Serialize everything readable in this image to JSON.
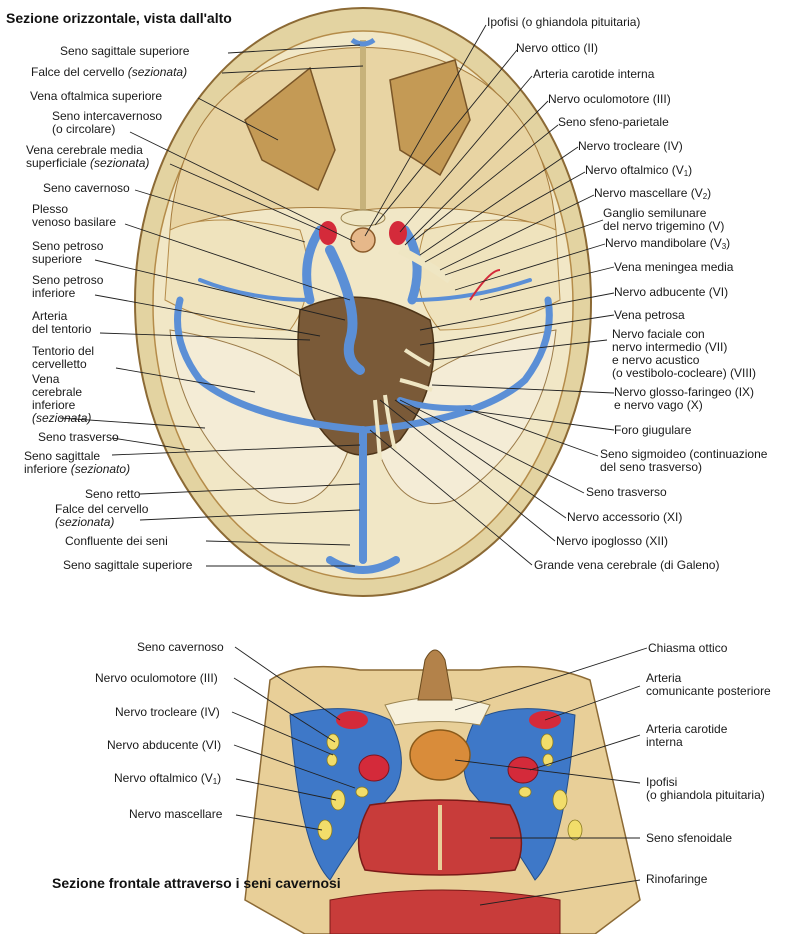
{
  "top": {
    "title": "Sezione orizzontale, vista dall'alto",
    "labels_left": [
      {
        "key": "seno_sagittale_sup_1",
        "text": "Seno sagittale superiore"
      },
      {
        "key": "falce_cervello_1",
        "text": "Falce del cervello",
        "italic": "(sezionata)"
      },
      {
        "key": "vena_oftalmica_sup",
        "text": "Vena oftalmica superiore"
      },
      {
        "key": "seno_intercavernoso",
        "line1": "Seno intercavernoso",
        "line2": "(o circolare)"
      },
      {
        "key": "vena_cerebrale_media",
        "line1": "Vena cerebrale media",
        "line2": "superficiale",
        "italic": "(sezionata)"
      },
      {
        "key": "seno_cavernoso",
        "text": "Seno cavernoso"
      },
      {
        "key": "plesso_venoso",
        "line1": "Plesso",
        "line2": "venoso basilare"
      },
      {
        "key": "seno_petroso_sup",
        "line1": "Seno petroso",
        "line2": "superiore"
      },
      {
        "key": "seno_petroso_inf",
        "line1": "Seno petroso",
        "line2": "inferiore"
      },
      {
        "key": "arteria_tentorio",
        "line1": "Arteria",
        "line2": "del tentorio"
      },
      {
        "key": "tentorio",
        "line1": "Tentorio del",
        "line2": "cervelletto"
      },
      {
        "key": "vena_cerebrale_inf",
        "line1": "Vena",
        "line2": "cerebrale",
        "line3": "inferiore",
        "italic": "(sezionata)"
      },
      {
        "key": "seno_trasverso_l",
        "text": "Seno trasverso"
      },
      {
        "key": "seno_sagittale_inf",
        "line1": "Seno sagittale",
        "line2": "inferiore",
        "italic": "(sezionato)"
      },
      {
        "key": "seno_retto",
        "text": "Seno retto"
      },
      {
        "key": "falce_cervello_2",
        "line1": "Falce del cervello",
        "italic": "(sezionata)"
      },
      {
        "key": "confluente",
        "text": "Confluente dei seni"
      },
      {
        "key": "seno_sagittale_sup_2",
        "text": "Seno sagittale superiore"
      }
    ],
    "labels_right": [
      {
        "key": "ipofisi",
        "text": "Ipofisi (o ghiandola pituitaria)"
      },
      {
        "key": "nervo_ottico",
        "text": "Nervo ottico (II)"
      },
      {
        "key": "arteria_carotide",
        "text": "Arteria carotide interna"
      },
      {
        "key": "nervo_oculomotore",
        "text": "Nervo oculomotore (III)"
      },
      {
        "key": "seno_sfeno",
        "text": "Seno sfeno-parietale"
      },
      {
        "key": "nervo_trocleare",
        "text": "Nervo trocleare (IV)"
      },
      {
        "key": "nervo_oftalmico",
        "text": "Nervo oftalmico (V",
        "sub": "1",
        "tail": ")"
      },
      {
        "key": "nervo_mascellare",
        "text": "Nervo mascellare (V",
        "sub": "2",
        "tail": ")"
      },
      {
        "key": "ganglio",
        "line1": "Ganglio semilunare",
        "line2": "del nervo trigemino (V)"
      },
      {
        "key": "nervo_mandibolare",
        "text": "Nervo mandibolare (V",
        "sub": "3",
        "tail": ")"
      },
      {
        "key": "vena_meningea",
        "text": "Vena meningea media"
      },
      {
        "key": "nervo_adbucente",
        "text": "Nervo adbucente (VI)"
      },
      {
        "key": "vena_petrosa",
        "text": "Vena petrosa"
      },
      {
        "key": "nervo_faciale",
        "line1": "Nervo faciale con",
        "line2": "nervo intermedio (VII)",
        "line3": "e nervo acustico",
        "line4": "(o vestibolo-cocleare) (VIII)"
      },
      {
        "key": "nervo_glosso",
        "line1": "Nervo glosso-faringeo (IX)",
        "line2": "e nervo vago (X)"
      },
      {
        "key": "foro_giugulare",
        "text": "Foro giugulare"
      },
      {
        "key": "seno_sigmoideo",
        "line1": "Seno sigmoideo (continuazione",
        "line2": "del seno trasverso)"
      },
      {
        "key": "seno_trasverso_r",
        "text": "Seno trasverso"
      },
      {
        "key": "nervo_accessorio",
        "text": "Nervo accessorio (XI)"
      },
      {
        "key": "nervo_ipoglosso",
        "text": "Nervo ipoglosso (XII)"
      },
      {
        "key": "grande_vena",
        "text": "Grande vena cerebrale (di Galeno)"
      }
    ]
  },
  "bottom": {
    "title_line1": "Sezione frontale attraverso",
    "title_line2": "i seni cavernosi",
    "labels_left": [
      {
        "key": "b_seno_cavernoso",
        "text": "Seno cavernoso"
      },
      {
        "key": "b_oculomotore",
        "text": "Nervo oculomotore (III)"
      },
      {
        "key": "b_trocleare",
        "text": "Nervo trocleare (IV)"
      },
      {
        "key": "b_abducente",
        "text": "Nervo abducente (VI)"
      },
      {
        "key": "b_oftalmico",
        "text": "Nervo oftalmico (V",
        "sub": "1",
        "tail": ")"
      },
      {
        "key": "b_mascellare",
        "text": "Nervo mascellare"
      }
    ],
    "labels_right": [
      {
        "key": "b_chiasma",
        "text": "Chiasma ottico"
      },
      {
        "key": "b_arteria_com",
        "line1": "Arteria",
        "line2": "comunicante posteriore"
      },
      {
        "key": "b_arteria_car",
        "line1": "Arteria carotide",
        "line2": "interna"
      },
      {
        "key": "b_ipofisi",
        "line1": "Ipofisi",
        "line2": "(o ghiandola pituitaria)"
      },
      {
        "key": "b_seno_sfenoidale",
        "text": "Seno sfenoidale"
      },
      {
        "key": "b_rinofaringe",
        "text": "Rinofaringe"
      }
    ]
  },
  "colors": {
    "bone": "#e7d9ad",
    "dura": "#c9a25c",
    "sinus_blue": "#5b8fd6",
    "artery_red": "#d42a3a",
    "nerve_cream": "#efe6c3",
    "brainstem": "#7a5a38"
  }
}
